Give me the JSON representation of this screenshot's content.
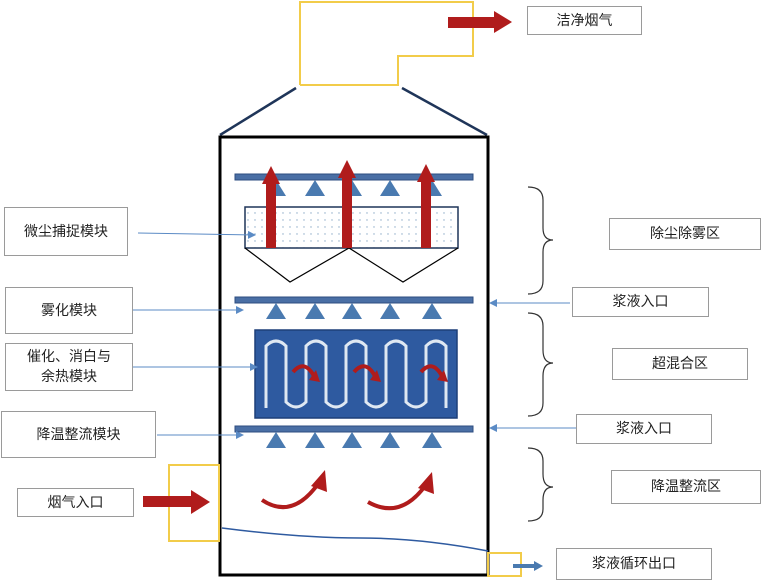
{
  "labels": {
    "clean_gas": "洁净烟气",
    "dust_capture_module": "微尘捕捉模块",
    "dust_mist_zone": "除尘除雾区",
    "atomization_module": "雾化模块",
    "slurry_inlet_top": "浆液入口",
    "catalysis_module_line1": "催化、消白与",
    "catalysis_module_line2": "余热模块",
    "super_mixing_zone": "超混合区",
    "cooling_module": "降温整流模块",
    "slurry_inlet_bottom": "浆液入口",
    "cooling_zone": "降温整流区",
    "flue_gas_inlet": "烟气入口",
    "slurry_outlet": "浆液循环出口"
  },
  "colors": {
    "tower_outline": "#000000",
    "pipe_blue": "#4a6fa5",
    "nozzle_blue": "#4a7ab0",
    "arrow_red": "#b01c1c",
    "yellow_outline": "#f2cc4a",
    "module_blue": "#2e5aa0",
    "leader_line": "#5b8bc5"
  },
  "icons": [
    "red-up-arrow-icon",
    "red-right-arrow-icon",
    "curved-red-arrow-icon",
    "nozzle-triangle-icon",
    "blue-right-arrow-icon"
  ]
}
